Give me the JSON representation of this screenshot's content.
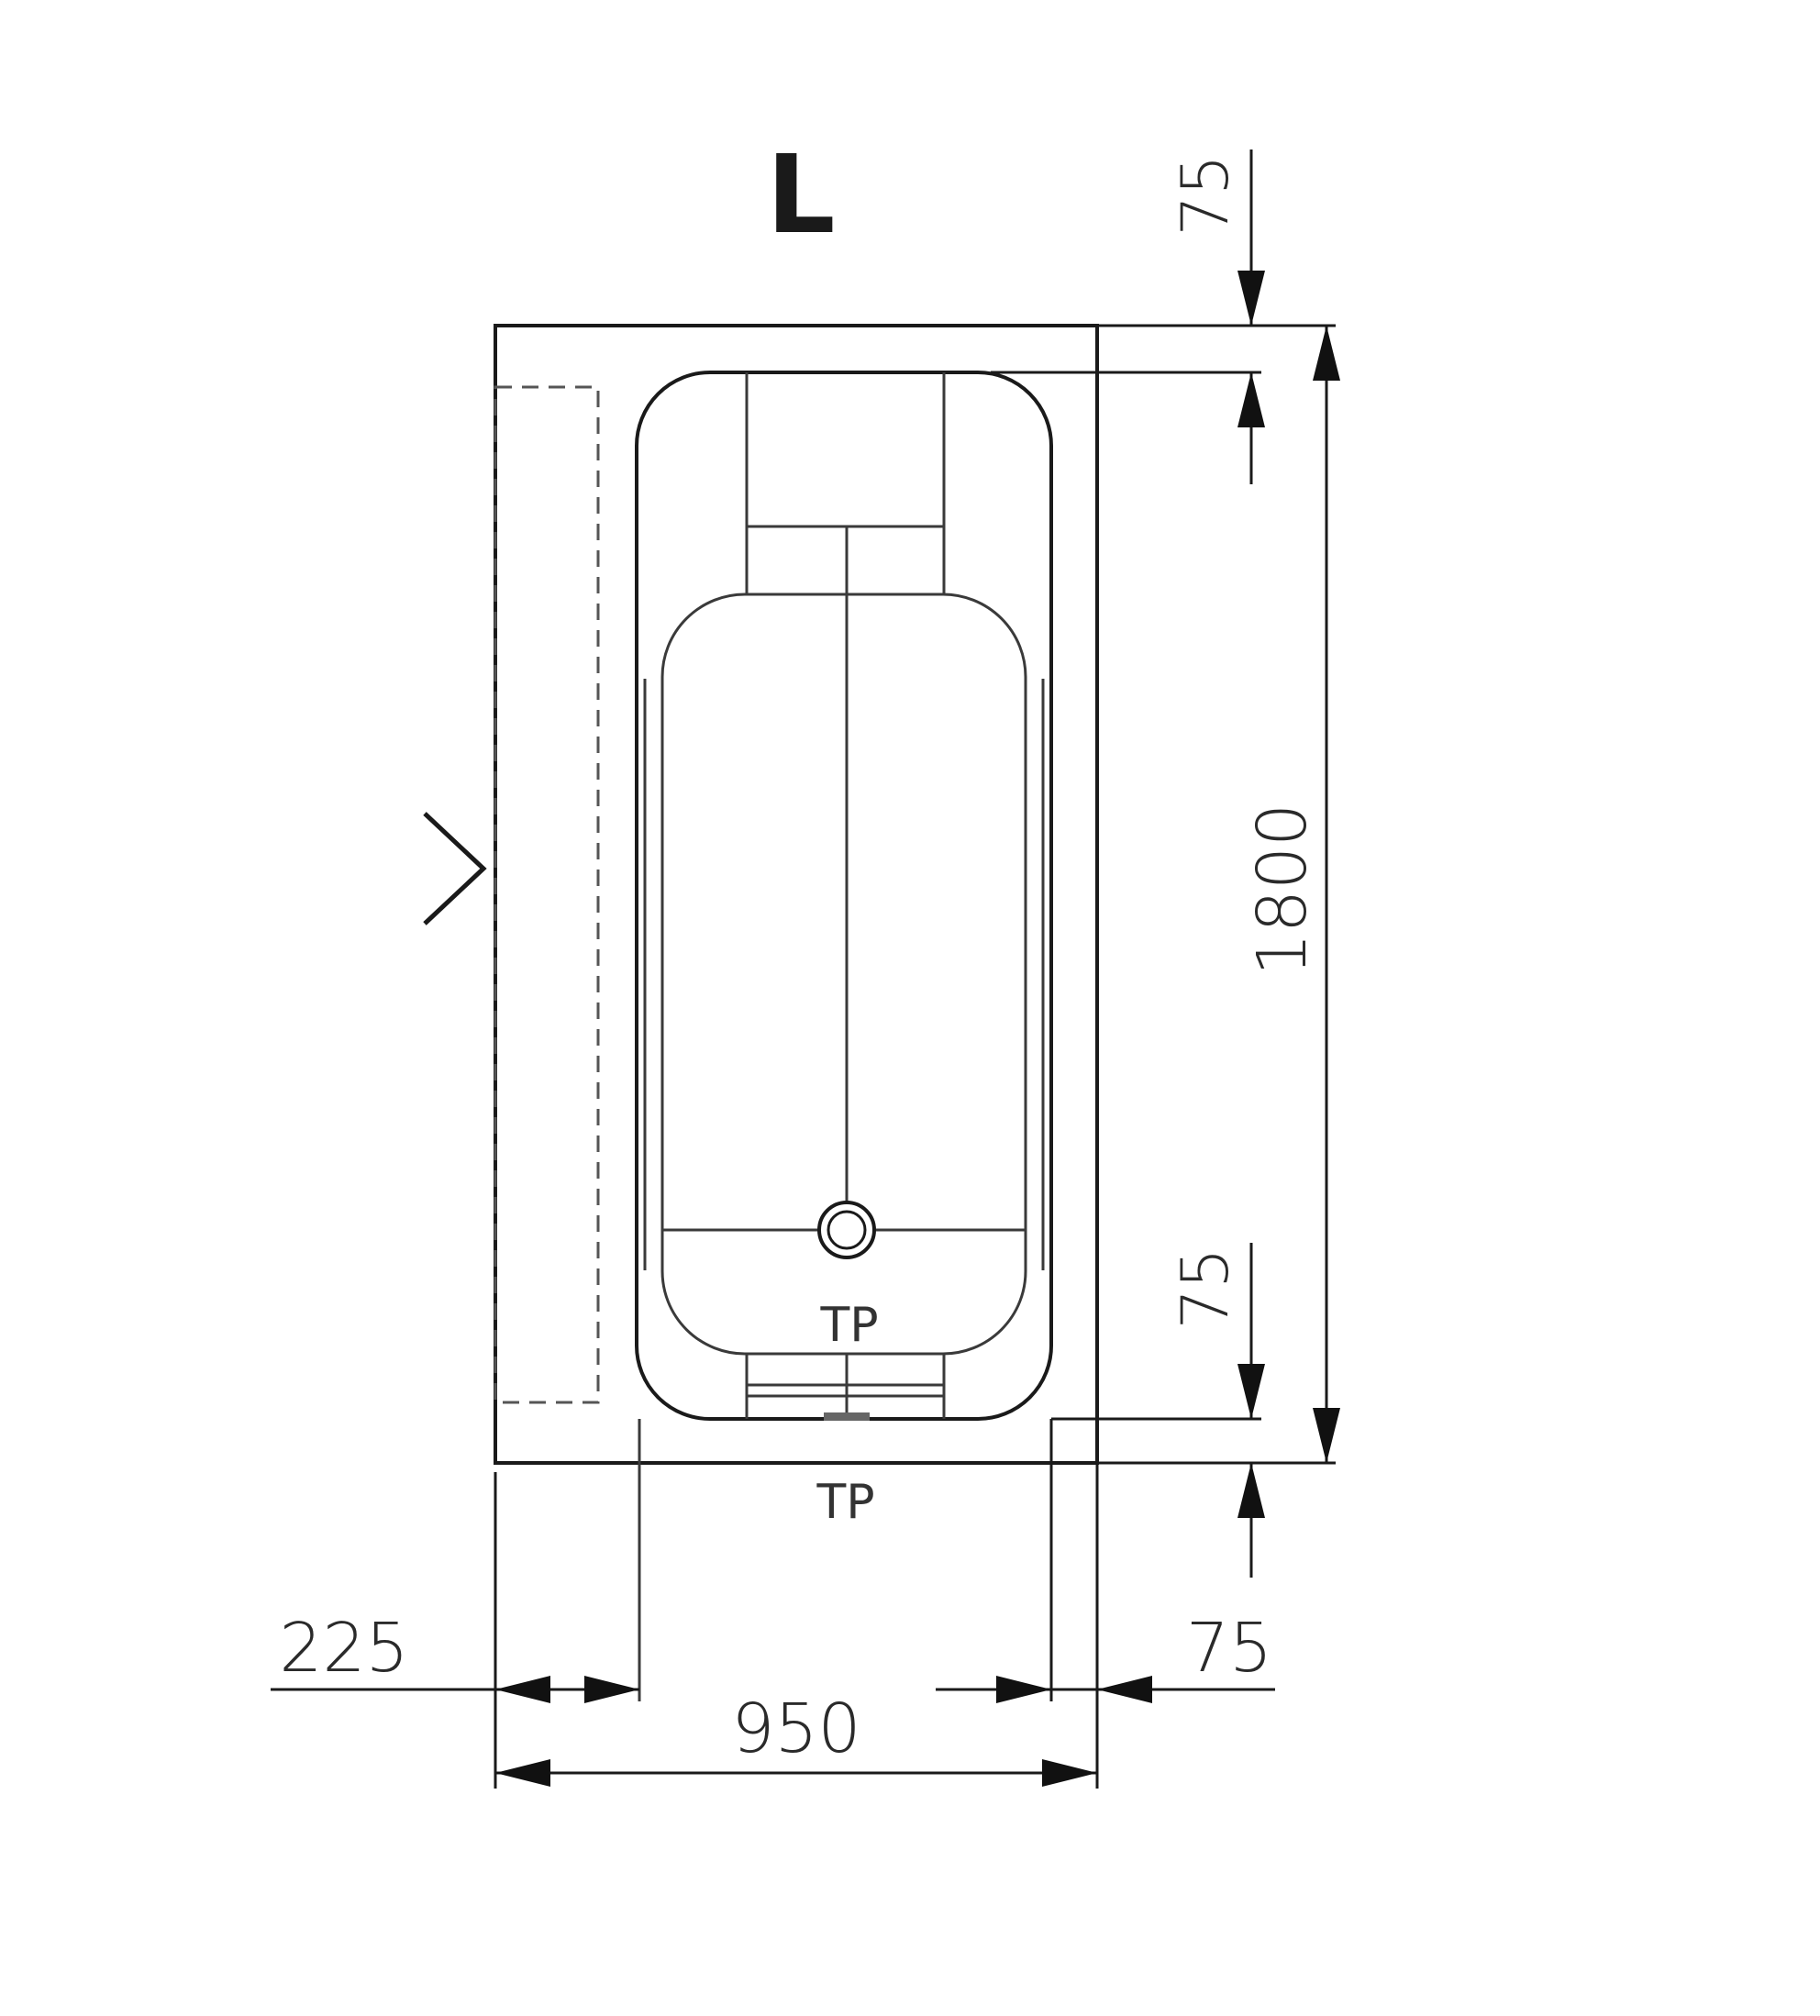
{
  "title": "L",
  "labels": {
    "tp_inner": "TP",
    "tp_outer": "TP"
  },
  "dimensions": {
    "top_gap": "75",
    "bottom_gap": "75",
    "length": "1800",
    "left_offset": "225",
    "right_offset": "75",
    "width": "950"
  },
  "colors": {
    "line": "#1a1a1a",
    "arrow": "#111111",
    "background": "#ffffff"
  },
  "icons": {
    "entry_marker": "chevron-right-icon",
    "drain": "drain-outlet-icon"
  }
}
